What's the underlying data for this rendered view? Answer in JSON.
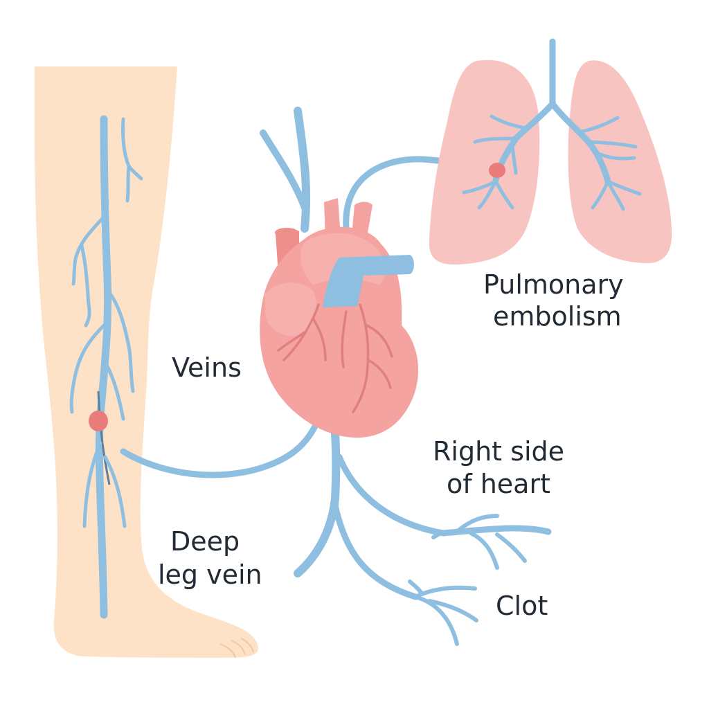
{
  "labels": {
    "pulmonary_line1": "Pulmonary",
    "pulmonary_line2": "embolism",
    "veins": "Veins",
    "right_side_line1": "Right side",
    "right_side_line2": "of heart",
    "deep_line1": "Deep",
    "deep_line2": "leg vein",
    "clot": "Clot"
  },
  "colors": {
    "background": "#ffffff",
    "skin": "#fde2c8",
    "vein": "#8fbfe0",
    "heart": "#f4a3a0",
    "heart_shade": "#ef8f8c",
    "lung": "#f8c4c1",
    "clot": "#ea7b7b",
    "text": "#222a33"
  }
}
